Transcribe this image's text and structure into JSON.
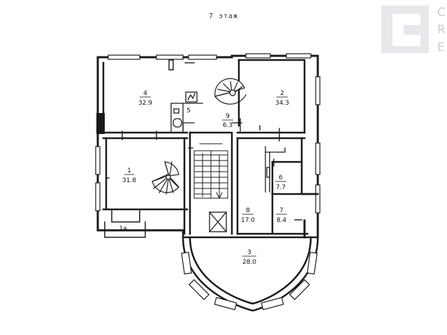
{
  "floor_title": "7 этаж",
  "logo": {
    "letters": [
      "C",
      "R",
      "E"
    ]
  },
  "rooms": [
    {
      "id": "1",
      "number": "1",
      "area": "31.8"
    },
    {
      "id": "1a",
      "number": "1a",
      "area": ""
    },
    {
      "id": "2",
      "number": "2",
      "area": "34.3"
    },
    {
      "id": "3",
      "number": "3",
      "area": "28.0"
    },
    {
      "id": "4",
      "number": "4",
      "area": "32.9"
    },
    {
      "id": "5",
      "number": "5",
      "area": ""
    },
    {
      "id": "6",
      "number": "6",
      "area": "7.7"
    },
    {
      "id": "7",
      "number": "7",
      "area": "8.4"
    },
    {
      "id": "8",
      "number": "8",
      "area": "17.0"
    },
    {
      "id": "9",
      "number": "9",
      "area": "6.3"
    }
  ],
  "colors": {
    "wall": "#1a1a1a",
    "window": "#ffffff",
    "logo": "#c9ced4"
  }
}
